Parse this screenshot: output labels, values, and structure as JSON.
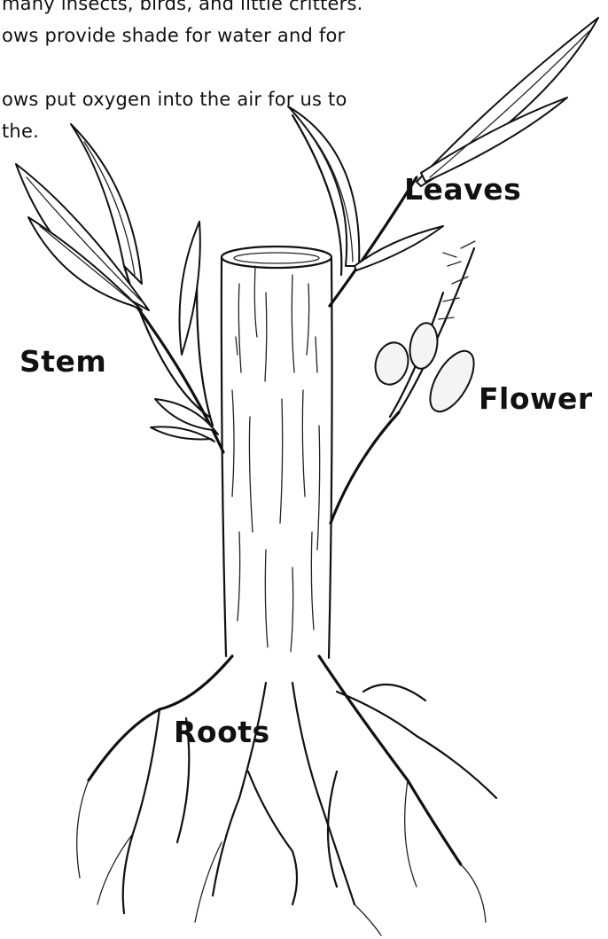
{
  "text": {
    "line1": "many insects, birds, and little critters.",
    "line2": "ows provide shade for water and for",
    "line3": "ows put oxygen into the air for us to",
    "line4": "the."
  },
  "labels": {
    "leaves": "Leaves",
    "stem": "Stem",
    "flower": "Flower",
    "roots": "Roots"
  }
}
